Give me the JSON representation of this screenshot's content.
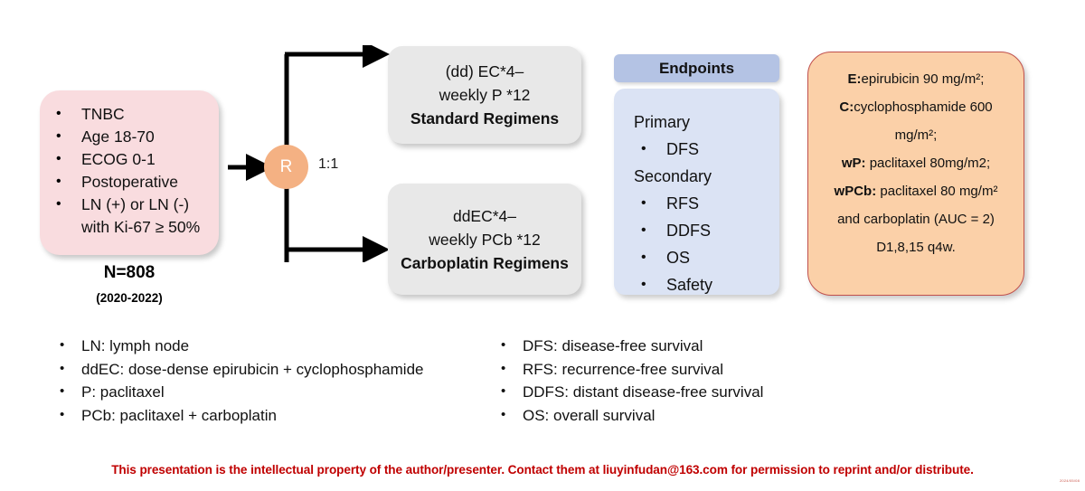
{
  "eligibility": {
    "criteria": [
      "TNBC",
      "Age 18-70",
      "ECOG 0-1",
      "Postoperative",
      "LN (+) or LN (-)\nwith Ki-67 ≥ 50%"
    ],
    "total_label": "N=808",
    "period_label": "(2020-2022)"
  },
  "randomization": {
    "node_label": "R",
    "ratio_label": "1:1"
  },
  "arms": [
    {
      "regimen_line1": "(dd) EC*4–",
      "regimen_line2": "weekly P *12",
      "name": "Standard Regimens"
    },
    {
      "regimen_line1": "ddEC*4–",
      "regimen_line2": "weekly PCb *12",
      "name": "Carboplatin Regimens"
    }
  ],
  "endpoints": {
    "header": "Endpoints",
    "primary_title": "Primary",
    "primary": [
      "DFS"
    ],
    "secondary_title": "Secondary",
    "secondary": [
      "RFS",
      "DDFS",
      "OS",
      "Safety"
    ]
  },
  "dosing": {
    "lines": [
      {
        "abbr": "E:",
        "text": "epirubicin 90 mg/m²;"
      },
      {
        "abbr": "C:",
        "text": "cyclophosphamide 600"
      },
      {
        "abbr": "",
        "text": "mg/m²;"
      },
      {
        "abbr": "wP:",
        "text": " paclitaxel 80mg/m2;"
      },
      {
        "abbr": "wPCb:",
        "text": " paclitaxel 80 mg/m²"
      },
      {
        "abbr": "",
        "text": "and carboplatin (AUC = 2)"
      },
      {
        "abbr": "",
        "text": "D1,8,15 q4w."
      }
    ]
  },
  "legend_left": [
    "LN: lymph node",
    "ddEC: dose-dense epirubicin + cyclophosphamide",
    "P: paclitaxel",
    "PCb: paclitaxel + carboplatin"
  ],
  "legend_right": [
    "DFS: disease-free survival",
    "RFS: recurrence-free survival",
    "DDFS: distant disease-free survival",
    "OS: overall survival"
  ],
  "footer": {
    "text": "This presentation is the intellectual property of the author/presenter. Contact them at liuyinfudan@163.com for permission to reprint and/or distribute.",
    "watermark": "2024/05/08"
  },
  "colors": {
    "eligibility_pink": "#f9dcdf",
    "randomization_orange": "#f4b183",
    "arm_gray": "#e8e8e8",
    "endpoints_header_blue": "#b4c3e4",
    "endpoints_body_blue": "#dbe3f4",
    "dosing_orange": "#fbd0a8",
    "dosing_border": "#c0504d",
    "footer_red": "#c00000"
  }
}
